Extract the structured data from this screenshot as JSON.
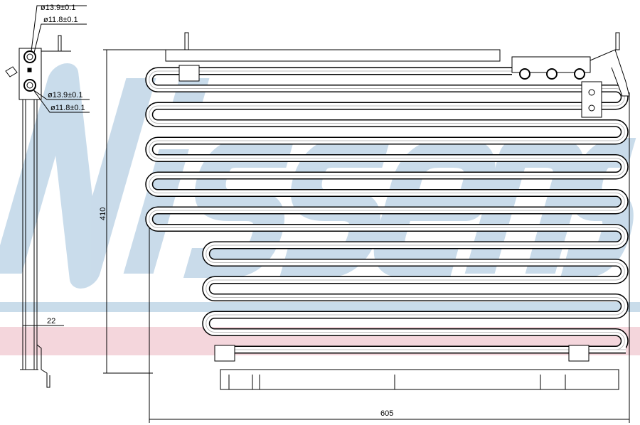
{
  "watermark": {
    "brand": "Nissens",
    "color": "#bcd3e6",
    "stripe_blue": "#c9dcea",
    "stripe_pink": "#f4d6dc"
  },
  "dimensions": {
    "inlet_outer": "ø13.9±0.1",
    "inlet_inner": "ø11.8±0.1",
    "outlet_outer": "ø13.9±0.1",
    "outlet_inner": "ø11.8±0.1",
    "depth": "22",
    "height": "410",
    "width": "605"
  }
}
